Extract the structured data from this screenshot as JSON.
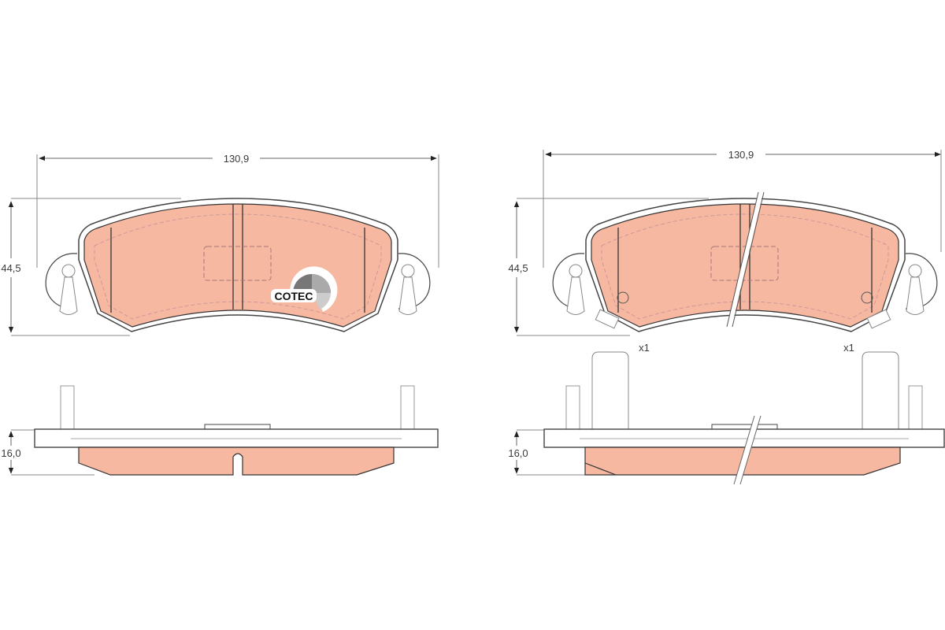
{
  "diagram": {
    "subject": "Brake pad set technical drawing",
    "colors": {
      "pad_fill": "#f7b8a2",
      "outline": "#3a3a3a",
      "dim_line": "#6a6a6a",
      "background": "#ffffff"
    },
    "left_view": {
      "width_label": "130,9",
      "height_label": "44,5",
      "thickness_label": "16,0",
      "logo_text": "COTEC"
    },
    "right_view": {
      "width_label": "130,9",
      "height_label": "44,5",
      "thickness_label": "16,0",
      "accessory_left_qty": "x1",
      "accessory_right_qty": "x1"
    }
  }
}
